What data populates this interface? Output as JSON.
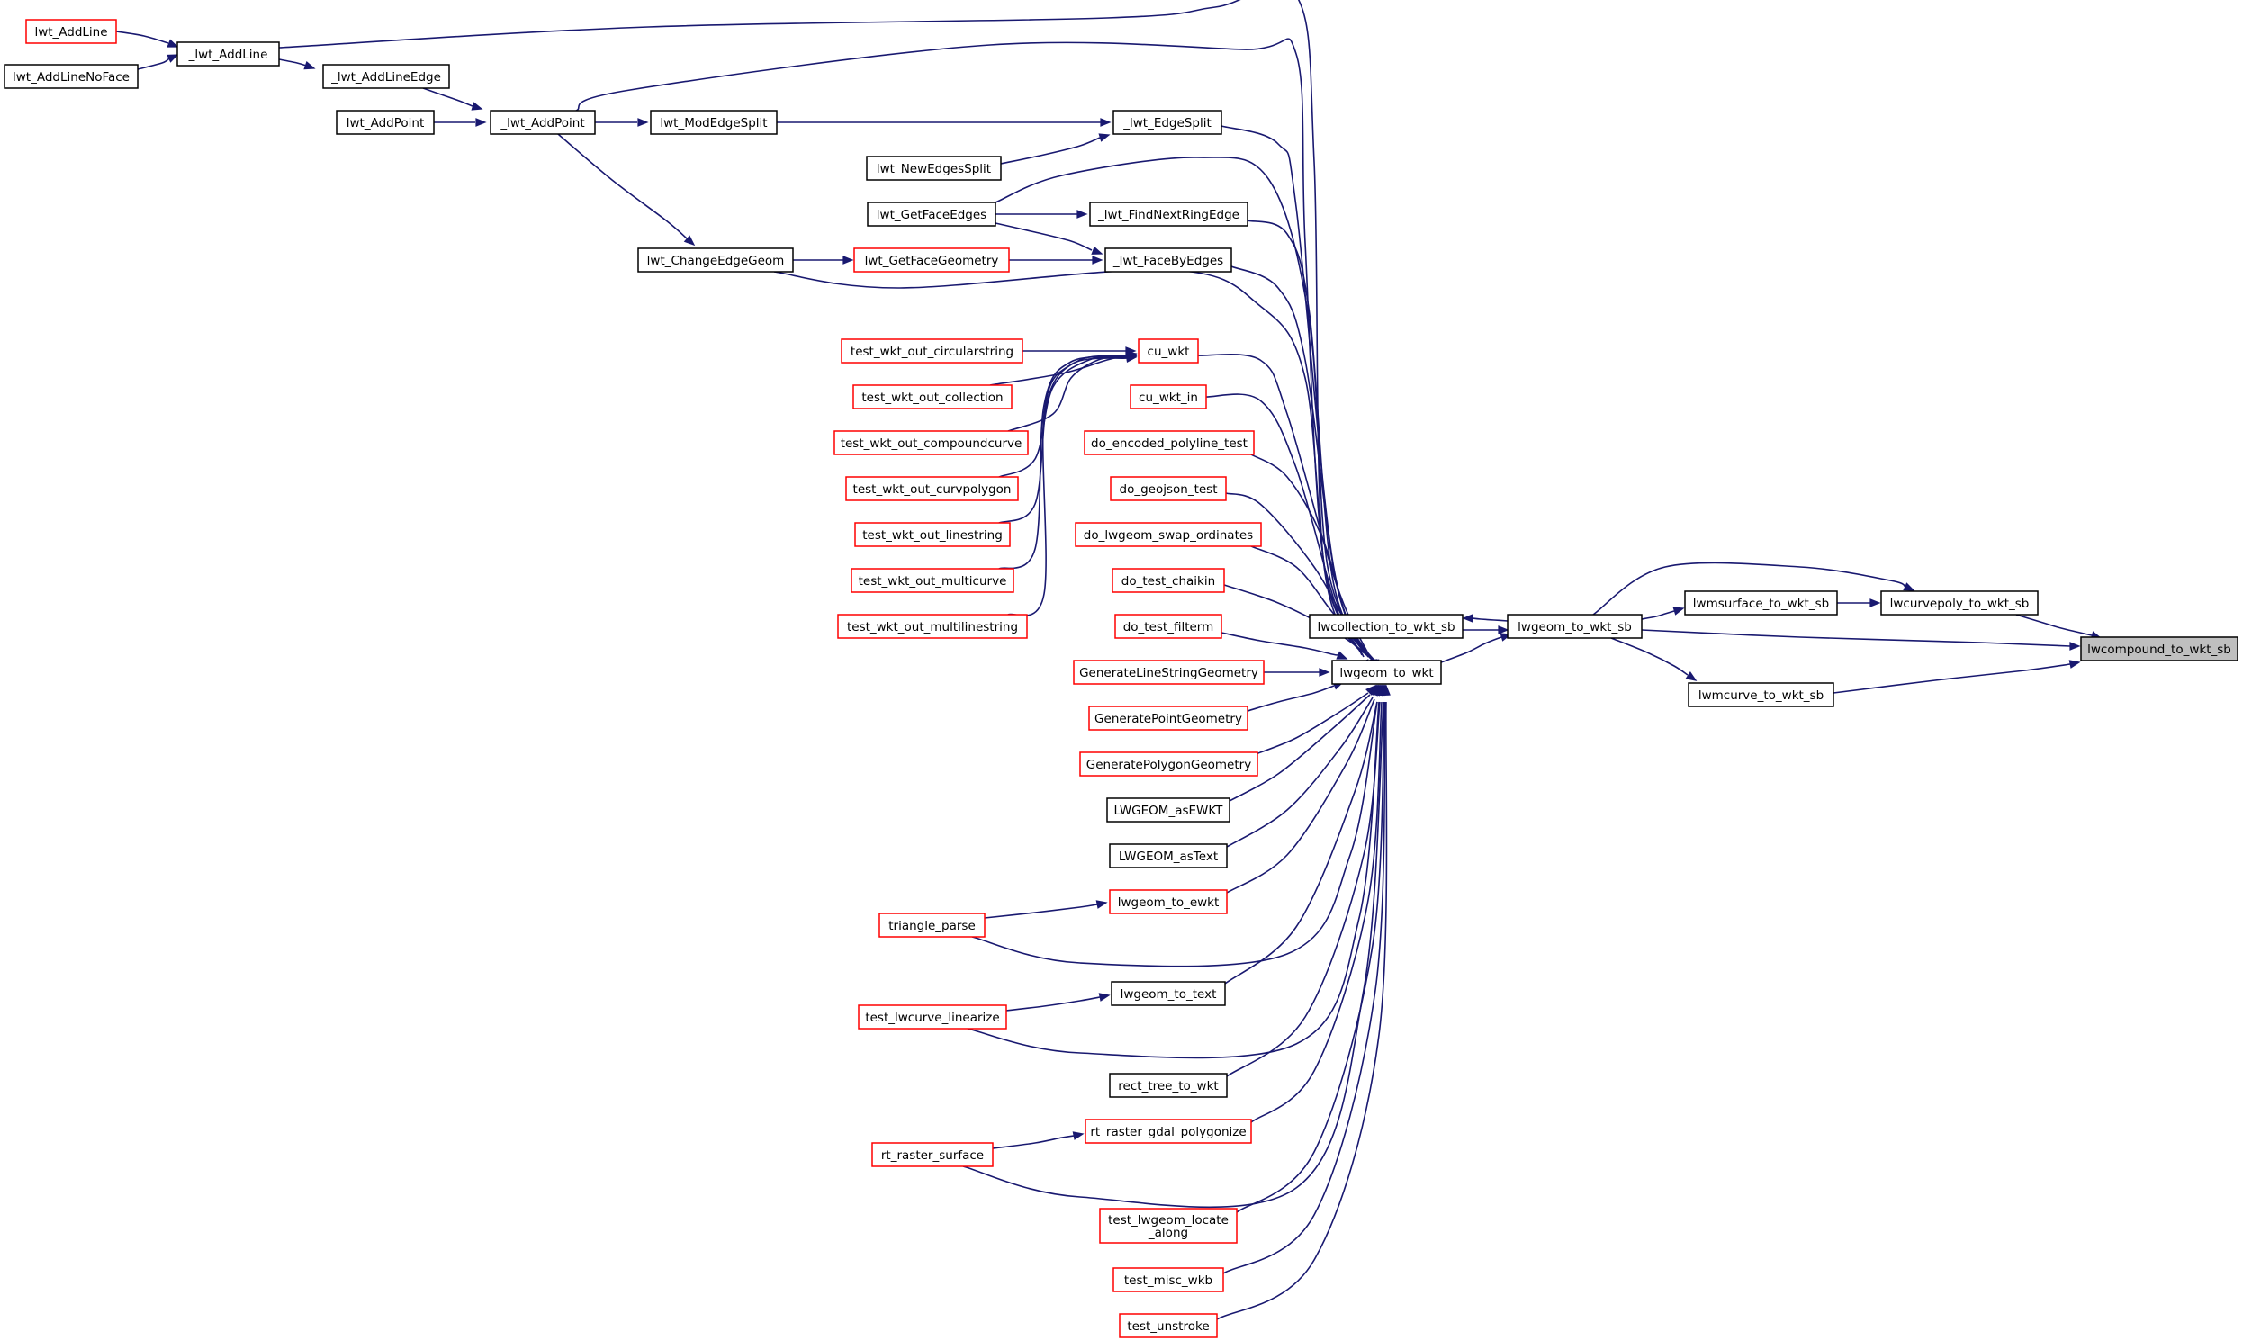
{
  "graph": {
    "focus_node": "lwcompound_to_wkt_sb",
    "colors": {
      "edge": "#191970",
      "node_border_documented": "#000000",
      "node_border_truncated": "#ff0000",
      "focus_fill": "#bfbfbf",
      "background": "#ffffff"
    },
    "nodes": {
      "lwt_AddLine": {
        "label": [
          "lwt_AddLine"
        ],
        "style": "red"
      },
      "lwt_AddLineNoFace": {
        "label": [
          "lwt_AddLineNoFace"
        ],
        "style": "black"
      },
      "_lwt_AddLine": {
        "label": [
          "_lwt_AddLine"
        ],
        "style": "black"
      },
      "_lwt_AddLineEdge": {
        "label": [
          "_lwt_AddLineEdge"
        ],
        "style": "black"
      },
      "lwt_AddPoint": {
        "label": [
          "lwt_AddPoint"
        ],
        "style": "black"
      },
      "_lwt_AddPoint": {
        "label": [
          "_lwt_AddPoint"
        ],
        "style": "black"
      },
      "lwt_ModEdgeSplit": {
        "label": [
          "lwt_ModEdgeSplit"
        ],
        "style": "black"
      },
      "_lwt_EdgeSplit": {
        "label": [
          "_lwt_EdgeSplit"
        ],
        "style": "black"
      },
      "lwt_NewEdgesSplit": {
        "label": [
          "lwt_NewEdgesSplit"
        ],
        "style": "black"
      },
      "lwt_GetFaceEdges": {
        "label": [
          "lwt_GetFaceEdges"
        ],
        "style": "black"
      },
      "_lwt_FindNextRingEdge": {
        "label": [
          "_lwt_FindNextRingEdge"
        ],
        "style": "black"
      },
      "lwt_ChangeEdgeGeom": {
        "label": [
          "lwt_ChangeEdgeGeom"
        ],
        "style": "black"
      },
      "lwt_GetFaceGeometry": {
        "label": [
          "lwt_GetFaceGeometry"
        ],
        "style": "red"
      },
      "_lwt_FaceByEdges": {
        "label": [
          "_lwt_FaceByEdges"
        ],
        "style": "black"
      },
      "test_wkt_out_circularstring": {
        "label": [
          "test_wkt_out_circularstring"
        ],
        "style": "red"
      },
      "test_wkt_out_collection": {
        "label": [
          "test_wkt_out_collection"
        ],
        "style": "red"
      },
      "test_wkt_out_compoundcurve": {
        "label": [
          "test_wkt_out_compoundcurve"
        ],
        "style": "red"
      },
      "test_wkt_out_curvpolygon": {
        "label": [
          "test_wkt_out_curvpolygon"
        ],
        "style": "red"
      },
      "test_wkt_out_linestring": {
        "label": [
          "test_wkt_out_linestring"
        ],
        "style": "red"
      },
      "test_wkt_out_multicurve": {
        "label": [
          "test_wkt_out_multicurve"
        ],
        "style": "red"
      },
      "test_wkt_out_multilinestring": {
        "label": [
          "test_wkt_out_multilinestring"
        ],
        "style": "red"
      },
      "cu_wkt": {
        "label": [
          "cu_wkt"
        ],
        "style": "red"
      },
      "cu_wkt_in": {
        "label": [
          "cu_wkt_in"
        ],
        "style": "red"
      },
      "do_encoded_polyline_test": {
        "label": [
          "do_encoded_polyline_test"
        ],
        "style": "red"
      },
      "do_geojson_test": {
        "label": [
          "do_geojson_test"
        ],
        "style": "red"
      },
      "do_lwgeom_swap_ordinates": {
        "label": [
          "do_lwgeom_swap_ordinates"
        ],
        "style": "red"
      },
      "do_test_chaikin": {
        "label": [
          "do_test_chaikin"
        ],
        "style": "red"
      },
      "do_test_filterm": {
        "label": [
          "do_test_filterm"
        ],
        "style": "red"
      },
      "GenerateLineStringGeometry": {
        "label": [
          "GenerateLineStringGeometry"
        ],
        "style": "red"
      },
      "GeneratePointGeometry": {
        "label": [
          "GeneratePointGeometry"
        ],
        "style": "red"
      },
      "GeneratePolygonGeometry": {
        "label": [
          "GeneratePolygonGeometry"
        ],
        "style": "red"
      },
      "LWGEOM_asEWKT": {
        "label": [
          "LWGEOM_asEWKT"
        ],
        "style": "black"
      },
      "LWGEOM_asText": {
        "label": [
          "LWGEOM_asText"
        ],
        "style": "black"
      },
      "lwgeom_to_ewkt": {
        "label": [
          "lwgeom_to_ewkt"
        ],
        "style": "red"
      },
      "triangle_parse": {
        "label": [
          "triangle_parse"
        ],
        "style": "red"
      },
      "lwgeom_to_text": {
        "label": [
          "lwgeom_to_text"
        ],
        "style": "black"
      },
      "test_lwcurve_linearize": {
        "label": [
          "test_lwcurve_linearize"
        ],
        "style": "red"
      },
      "rect_tree_to_wkt": {
        "label": [
          "rect_tree_to_wkt"
        ],
        "style": "black"
      },
      "rt_raster_gdal_polygonize": {
        "label": [
          "rt_raster_gdal_polygonize"
        ],
        "style": "red"
      },
      "rt_raster_surface": {
        "label": [
          "rt_raster_surface"
        ],
        "style": "red"
      },
      "test_lwgeom_locate_along": {
        "label": [
          "test_lwgeom_locate",
          "_along"
        ],
        "style": "red"
      },
      "test_misc_wkb": {
        "label": [
          "test_misc_wkb"
        ],
        "style": "red"
      },
      "test_unstroke": {
        "label": [
          "test_unstroke"
        ],
        "style": "red"
      },
      "lwgeom_to_wkt": {
        "label": [
          "lwgeom_to_wkt"
        ],
        "style": "black"
      },
      "lwcollection_to_wkt_sb": {
        "label": [
          "lwcollection_to_wkt_sb"
        ],
        "style": "black"
      },
      "lwgeom_to_wkt_sb": {
        "label": [
          "lwgeom_to_wkt_sb"
        ],
        "style": "black"
      },
      "lwmsurface_to_wkt_sb": {
        "label": [
          "lwmsurface_to_wkt_sb"
        ],
        "style": "black"
      },
      "lwcurvepoly_to_wkt_sb": {
        "label": [
          "lwcurvepoly_to_wkt_sb"
        ],
        "style": "black"
      },
      "lwmcurve_to_wkt_sb": {
        "label": [
          "lwmcurve_to_wkt_sb"
        ],
        "style": "black"
      },
      "lwcompound_to_wkt_sb": {
        "label": [
          "lwcompound_to_wkt_sb"
        ],
        "style": "focus"
      }
    },
    "edges": [
      [
        "lwt_AddLine",
        "_lwt_AddLine"
      ],
      [
        "lwt_AddLineNoFace",
        "_lwt_AddLine"
      ],
      [
        "_lwt_AddLine",
        "_lwt_AddLineEdge"
      ],
      [
        "_lwt_AddLine",
        "lwgeom_to_wkt"
      ],
      [
        "_lwt_AddLineEdge",
        "_lwt_AddPoint"
      ],
      [
        "lwt_AddPoint",
        "_lwt_AddPoint"
      ],
      [
        "_lwt_AddPoint",
        "lwt_ModEdgeSplit"
      ],
      [
        "_lwt_AddPoint",
        "lwt_ChangeEdgeGeom"
      ],
      [
        "_lwt_AddPoint",
        "lwgeom_to_wkt"
      ],
      [
        "lwt_ModEdgeSplit",
        "_lwt_EdgeSplit"
      ],
      [
        "lwt_NewEdgesSplit",
        "_lwt_EdgeSplit"
      ],
      [
        "_lwt_EdgeSplit",
        "lwgeom_to_wkt"
      ],
      [
        "lwt_GetFaceEdges",
        "_lwt_FindNextRingEdge"
      ],
      [
        "lwt_GetFaceEdges",
        "_lwt_FaceByEdges"
      ],
      [
        "lwt_GetFaceEdges",
        "lwgeom_to_wkt"
      ],
      [
        "_lwt_FindNextRingEdge",
        "lwgeom_to_wkt"
      ],
      [
        "lwt_ChangeEdgeGeom",
        "lwt_GetFaceGeometry"
      ],
      [
        "lwt_ChangeEdgeGeom",
        "lwgeom_to_wkt"
      ],
      [
        "lwt_GetFaceGeometry",
        "_lwt_FaceByEdges"
      ],
      [
        "_lwt_FaceByEdges",
        "lwgeom_to_wkt"
      ],
      [
        "test_wkt_out_circularstring",
        "cu_wkt"
      ],
      [
        "test_wkt_out_collection",
        "cu_wkt"
      ],
      [
        "test_wkt_out_compoundcurve",
        "cu_wkt"
      ],
      [
        "test_wkt_out_curvpolygon",
        "cu_wkt"
      ],
      [
        "test_wkt_out_linestring",
        "cu_wkt"
      ],
      [
        "test_wkt_out_multicurve",
        "cu_wkt"
      ],
      [
        "test_wkt_out_multilinestring",
        "cu_wkt"
      ],
      [
        "cu_wkt",
        "lwgeom_to_wkt"
      ],
      [
        "cu_wkt_in",
        "lwgeom_to_wkt"
      ],
      [
        "do_encoded_polyline_test",
        "lwgeom_to_wkt"
      ],
      [
        "do_geojson_test",
        "lwgeom_to_wkt"
      ],
      [
        "do_lwgeom_swap_ordinates",
        "lwgeom_to_wkt"
      ],
      [
        "do_test_chaikin",
        "lwgeom_to_wkt"
      ],
      [
        "do_test_filterm",
        "lwgeom_to_wkt"
      ],
      [
        "GenerateLineStringGeometry",
        "lwgeom_to_wkt"
      ],
      [
        "GeneratePointGeometry",
        "lwgeom_to_wkt"
      ],
      [
        "GeneratePolygonGeometry",
        "lwgeom_to_wkt"
      ],
      [
        "LWGEOM_asEWKT",
        "lwgeom_to_wkt"
      ],
      [
        "LWGEOM_asText",
        "lwgeom_to_wkt"
      ],
      [
        "lwgeom_to_ewkt",
        "lwgeom_to_wkt"
      ],
      [
        "triangle_parse",
        "lwgeom_to_ewkt"
      ],
      [
        "triangle_parse",
        "lwgeom_to_wkt"
      ],
      [
        "lwgeom_to_text",
        "lwgeom_to_wkt"
      ],
      [
        "test_lwcurve_linearize",
        "lwgeom_to_text"
      ],
      [
        "test_lwcurve_linearize",
        "lwgeom_to_wkt"
      ],
      [
        "rect_tree_to_wkt",
        "lwgeom_to_wkt"
      ],
      [
        "rt_raster_gdal_polygonize",
        "lwgeom_to_wkt"
      ],
      [
        "rt_raster_surface",
        "rt_raster_gdal_polygonize"
      ],
      [
        "rt_raster_surface",
        "lwgeom_to_wkt"
      ],
      [
        "test_lwgeom_locate_along",
        "lwgeom_to_wkt"
      ],
      [
        "test_misc_wkb",
        "lwgeom_to_wkt"
      ],
      [
        "test_unstroke",
        "lwgeom_to_wkt"
      ],
      [
        "lwgeom_to_wkt",
        "lwgeom_to_wkt_sb"
      ],
      [
        "lwcollection_to_wkt_sb",
        "lwgeom_to_wkt_sb"
      ],
      [
        "lwgeom_to_wkt_sb",
        "lwcollection_to_wkt_sb"
      ],
      [
        "lwgeom_to_wkt_sb",
        "lwmsurface_to_wkt_sb"
      ],
      [
        "lwgeom_to_wkt_sb",
        "lwcurvepoly_to_wkt_sb"
      ],
      [
        "lwgeom_to_wkt_sb",
        "lwmcurve_to_wkt_sb"
      ],
      [
        "lwgeom_to_wkt_sb",
        "lwcompound_to_wkt_sb"
      ],
      [
        "lwmsurface_to_wkt_sb",
        "lwcurvepoly_to_wkt_sb"
      ],
      [
        "lwcurvepoly_to_wkt_sb",
        "lwcompound_to_wkt_sb"
      ],
      [
        "lwmcurve_to_wkt_sb",
        "lwcompound_to_wkt_sb"
      ]
    ]
  }
}
